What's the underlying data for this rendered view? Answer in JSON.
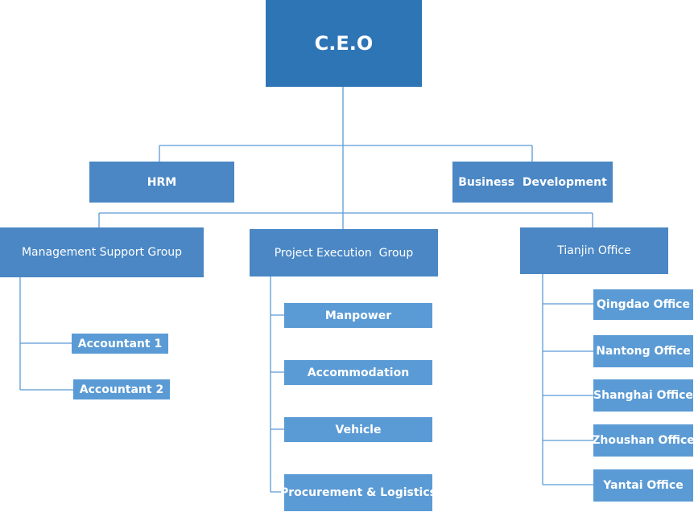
{
  "org_chart": {
    "ceo": "C.E.O",
    "hrm": "HRM",
    "business_development": "Business  Development",
    "management_support_group": "Management Support Group",
    "project_execution_group": "Project Execution  Group",
    "tianjin_office": "Tianjin Office",
    "accountant_1": "Accountant 1",
    "accountant_2": "Accountant 2",
    "manpower": "Manpower",
    "accommodation": "Accommodation",
    "vehicle": "Vehicle",
    "procurement_logistics": "Procurement & Logistics",
    "qingdao_office": "Qingdao Office",
    "nantong_office": "Nantong Office",
    "shanghai_office": "Shanghai Office",
    "zhoushan_office": "Zhoushan Office",
    "yantai_office": "Yantai Office"
  },
  "colors": {
    "top_box": "#2E75B6",
    "group_box": "#4A87C4",
    "leaf_box": "#5B9BD5",
    "connector": "#5B9BD5"
  }
}
